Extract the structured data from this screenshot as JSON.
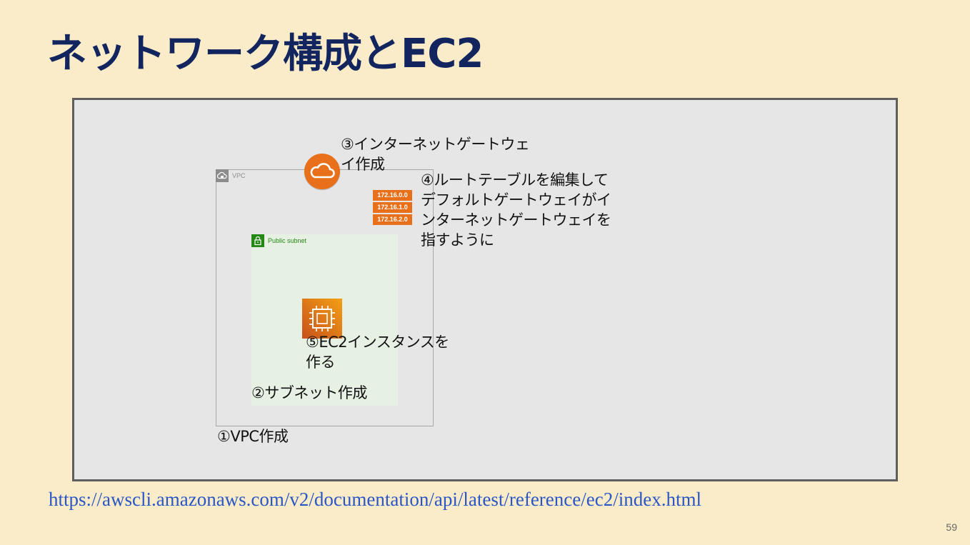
{
  "slide": {
    "title": "ネットワーク構成とEC2",
    "page_number": "59",
    "reference_url": "https://awscli.amazonaws.com/v2/documentation/api/latest/reference/ec2/index.html"
  },
  "diagram": {
    "vpc_label": "VPC",
    "subnet_label": "Public subnet",
    "route_table_rows": [
      "172.16.0.0",
      "172.16.1.0",
      "172.16.2.0"
    ],
    "icons": {
      "vpc": "vpc-cloud-lock-icon",
      "subnet": "padlock-icon",
      "internet_gateway": "cloud-icon",
      "route_table": "route-table-icon",
      "ec2": "ec2-chip-icon"
    },
    "colors": {
      "aws_orange": "#e8701a",
      "subnet_green": "#248814",
      "vpc_gray": "#8c8c8c",
      "title_navy": "#13255e"
    }
  },
  "annotations": {
    "step1": "①VPC作成",
    "step2": "②サブネット作成",
    "step3": "③インターネットゲートウェ\nイ作成",
    "step4": "④ルートテーブルを編集して\nデフォルトゲートウェイがイ\nンターネットゲートウェイを\n指すように",
    "step5": "⑤EC2インスタンスを\n作る"
  }
}
